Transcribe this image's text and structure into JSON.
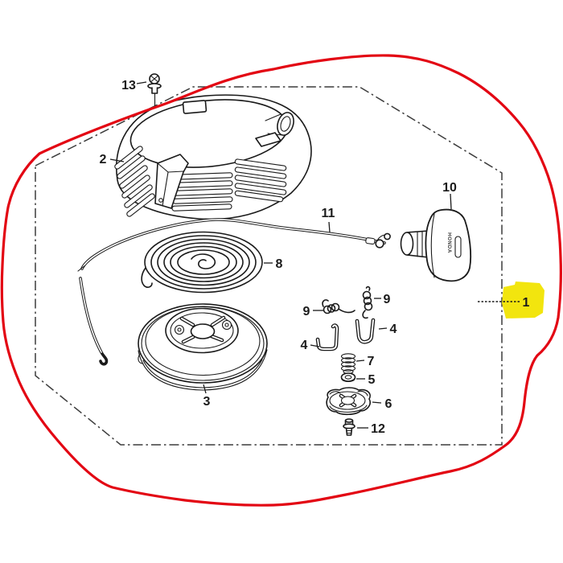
{
  "diagram": {
    "type": "exploded-parts-diagram",
    "subject": "recoil-starter-assembly",
    "highlighted_part": "1",
    "handle_marking": "HONDA",
    "callouts": [
      {
        "label": "1",
        "highlighted": true
      },
      {
        "label": "2"
      },
      {
        "label": "3"
      },
      {
        "label": "4"
      },
      {
        "label": "4"
      },
      {
        "label": "5"
      },
      {
        "label": "6"
      },
      {
        "label": "7"
      },
      {
        "label": "8"
      },
      {
        "label": "9"
      },
      {
        "label": "9"
      },
      {
        "label": "10"
      },
      {
        "label": "11"
      },
      {
        "label": "12"
      },
      {
        "label": "13"
      }
    ]
  },
  "colors": {
    "ink": "#1a1a1a",
    "red": "#e30613",
    "yellow": "#f2e50e",
    "boundary": "#3c3c3c",
    "bg": "#ffffff"
  }
}
